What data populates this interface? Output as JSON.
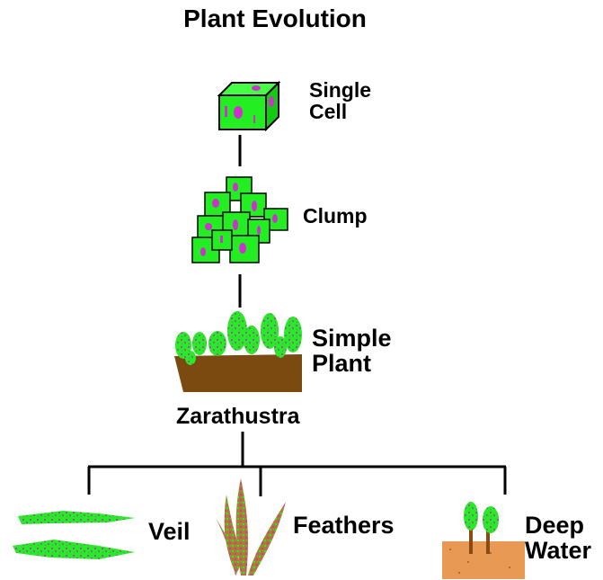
{
  "title": "Plant Evolution",
  "nodes": {
    "single_cell": [
      "Single",
      "Cell"
    ],
    "clump": "Clump",
    "simple_plant": [
      "Simple",
      "Plant"
    ],
    "zarathustra": "Zarathustra",
    "veil": "Veil",
    "feathers": "Feathers",
    "deep_water": [
      "Deep",
      "Water"
    ]
  },
  "colors": {
    "cell_green": "#22ee22",
    "cell_magenta": "#cc33cc",
    "soil_brown": "#7a4a10",
    "sand": "#e89a55",
    "trunk": "#8a4a10",
    "line": "#000000"
  }
}
